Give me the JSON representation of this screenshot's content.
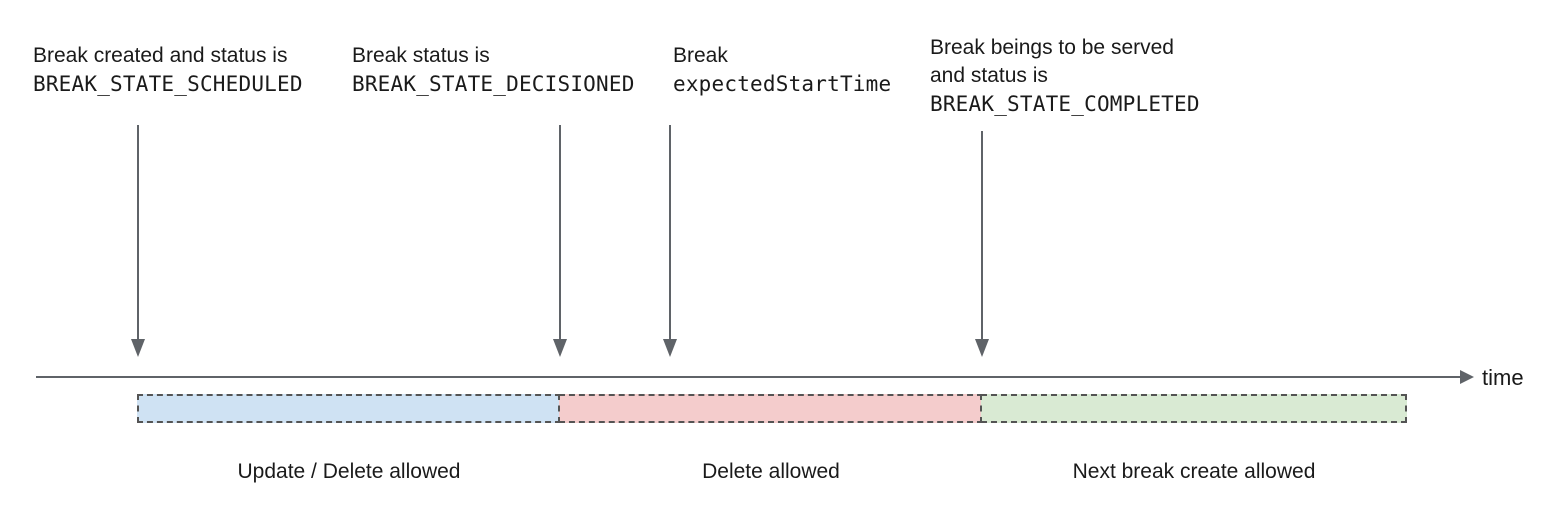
{
  "annotations": [
    {
      "line1": "Break created and status is",
      "line2": "BREAK_STATE_SCHEDULED"
    },
    {
      "line1": "Break status is",
      "line2": "BREAK_STATE_DECISIONED"
    },
    {
      "line1": "Break",
      "line2": "expectedStartTime"
    },
    {
      "line1": "Break beings to be served",
      "line2": "and status is",
      "line3": "BREAK_STATE_COMPLETED"
    }
  ],
  "timeline": {
    "axis_label": "time",
    "line_color": "#5f6368"
  },
  "segments": [
    {
      "label": "Update / Delete allowed",
      "fill": "#cfe2f3"
    },
    {
      "label": "Delete allowed",
      "fill": "#f4cccc"
    },
    {
      "label": "Next break create allowed",
      "fill": "#d9ead3"
    }
  ]
}
